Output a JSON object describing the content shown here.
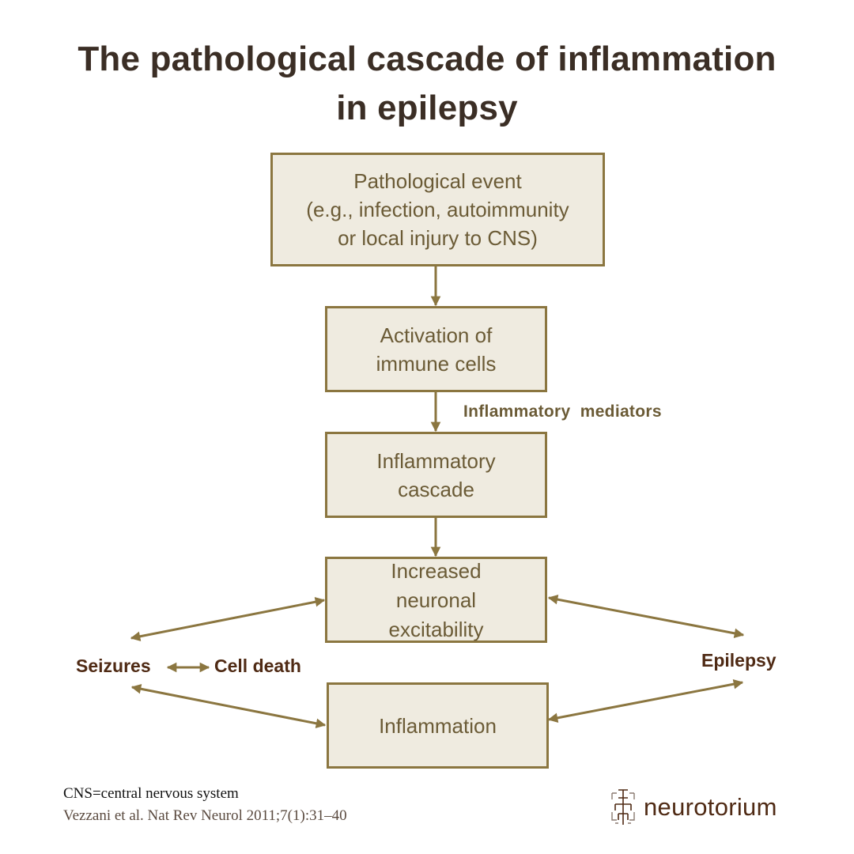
{
  "title": {
    "line1": "The pathological cascade of inflammation",
    "line2": "in epilepsy"
  },
  "boxes": {
    "event": [
      "Pathological event",
      "(e.g., infection, autoimmunity",
      "or local injury to CNS)"
    ],
    "activation": [
      "Activation of",
      "immune cells"
    ],
    "cascade": [
      "Inflammatory",
      "cascade"
    ],
    "excitability": [
      "Increased",
      "neuronal",
      "excitability"
    ],
    "inflammation": [
      "Inflammation"
    ]
  },
  "labels": {
    "mediators": "Inflammatory  mediators",
    "seizures": "Seizures",
    "cell_death": "Cell death",
    "epilepsy": "Epilepsy"
  },
  "footer": {
    "abbreviation": "CNS=central nervous system",
    "reference": "Vezzani et al. Nat Rev Neurol 2011;7(1):31–40"
  },
  "logo": {
    "icon": "neurotorium-glyph-icon",
    "text": "neurotorium"
  },
  "colors": {
    "box_fill": "#efebe0",
    "box_border": "#8b7640",
    "box_text": "#6b5b36",
    "arrow": "#8b7640",
    "label_text": "#4f2a14",
    "title_text": "#3b2e25"
  }
}
